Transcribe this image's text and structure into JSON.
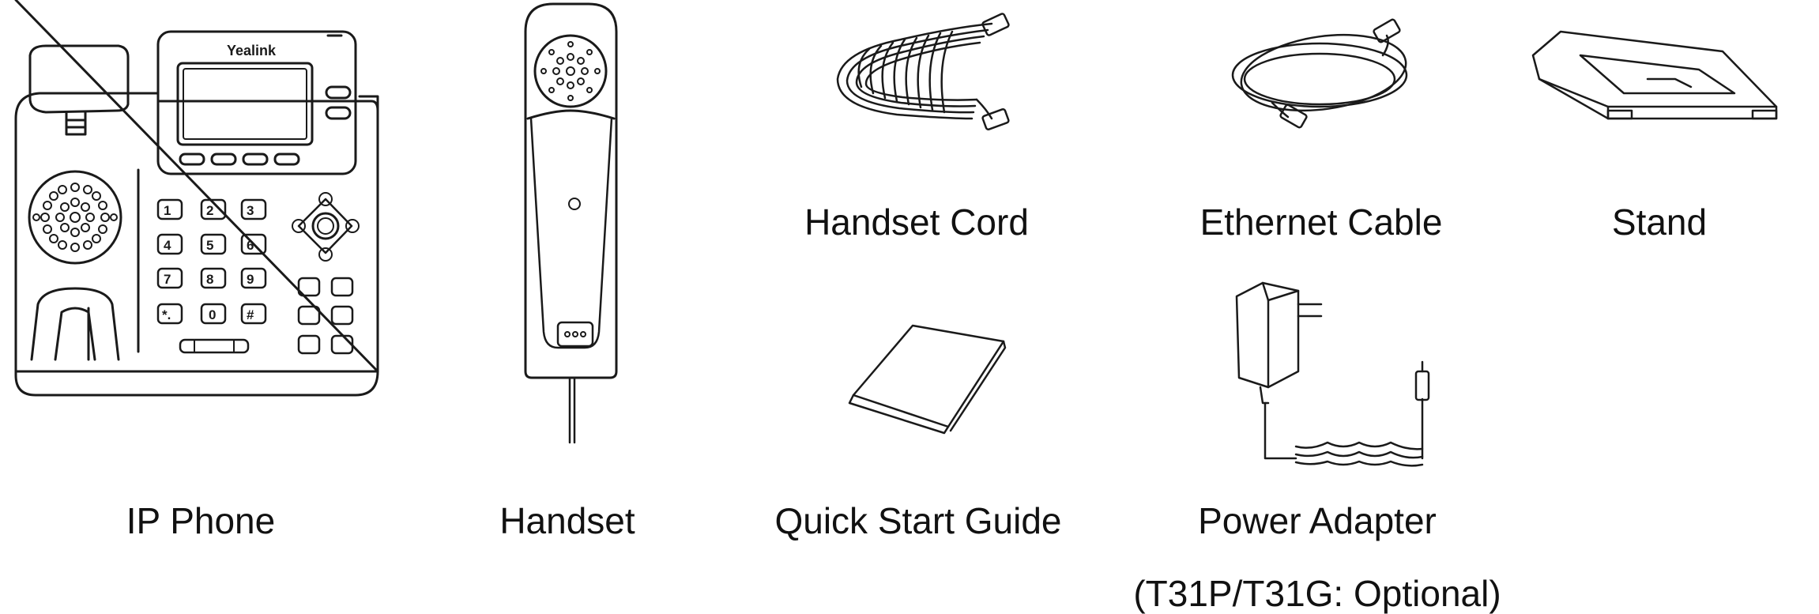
{
  "brand": "Yealink",
  "keypad": {
    "keys": [
      "1",
      "2",
      "3",
      "4",
      "5",
      "6",
      "7",
      "8",
      "9",
      "*.",
      "0",
      "#"
    ]
  },
  "labels": {
    "ip_phone": "IP Phone",
    "handset": "Handset",
    "handset_cord": "Handset Cord",
    "ethernet_cable": "Ethernet Cable",
    "stand": "Stand",
    "quick_start_guide": "Quick Start Guide",
    "power_adapter": "Power Adapter",
    "power_adapter_note": "(T31P/T31G: Optional)"
  },
  "colors": {
    "line": "#1a1a1a",
    "background": "#ffffff"
  }
}
